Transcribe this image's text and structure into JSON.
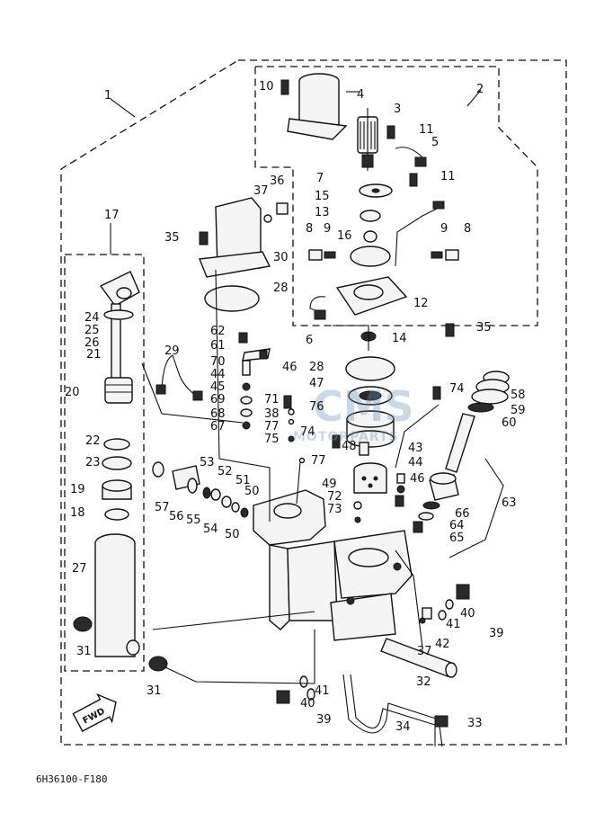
{
  "diagram_code": "6H36100-F180",
  "fwd_label": "FWD",
  "watermark": {
    "logo": "CMS",
    "text": "MOTORPARTS"
  },
  "callouts": [
    {
      "id": "c1",
      "text": "1"
    },
    {
      "id": "c2",
      "text": "2"
    },
    {
      "id": "c3",
      "text": "3"
    },
    {
      "id": "c4",
      "text": "4"
    },
    {
      "id": "c5",
      "text": "5"
    },
    {
      "id": "c6",
      "text": "6"
    },
    {
      "id": "c7",
      "text": "7"
    },
    {
      "id": "c8a",
      "text": "8"
    },
    {
      "id": "c8b",
      "text": "8"
    },
    {
      "id": "c9a",
      "text": "9"
    },
    {
      "id": "c9b",
      "text": "9"
    },
    {
      "id": "c10",
      "text": "10"
    },
    {
      "id": "c11a",
      "text": "11"
    },
    {
      "id": "c11b",
      "text": "11"
    },
    {
      "id": "c12",
      "text": "12"
    },
    {
      "id": "c13",
      "text": "13"
    },
    {
      "id": "c14",
      "text": "14"
    },
    {
      "id": "c15",
      "text": "15"
    },
    {
      "id": "c16",
      "text": "16"
    },
    {
      "id": "c17",
      "text": "17"
    },
    {
      "id": "c18",
      "text": "18"
    },
    {
      "id": "c19",
      "text": "19"
    },
    {
      "id": "c20",
      "text": "20"
    },
    {
      "id": "c21",
      "text": "21"
    },
    {
      "id": "c22",
      "text": "22"
    },
    {
      "id": "c23",
      "text": "23"
    },
    {
      "id": "c24",
      "text": "24"
    },
    {
      "id": "c25",
      "text": "25"
    },
    {
      "id": "c26",
      "text": "26"
    },
    {
      "id": "c27",
      "text": "27"
    },
    {
      "id": "c28a",
      "text": "28"
    },
    {
      "id": "c28b",
      "text": "28"
    },
    {
      "id": "c29",
      "text": "29"
    },
    {
      "id": "c30",
      "text": "30"
    },
    {
      "id": "c31a",
      "text": "31"
    },
    {
      "id": "c31b",
      "text": "31"
    },
    {
      "id": "c32",
      "text": "32"
    },
    {
      "id": "c33",
      "text": "33"
    },
    {
      "id": "c34",
      "text": "34"
    },
    {
      "id": "c35a",
      "text": "35"
    },
    {
      "id": "c35b",
      "text": "35"
    },
    {
      "id": "c36",
      "text": "36"
    },
    {
      "id": "c37a",
      "text": "37"
    },
    {
      "id": "c37b",
      "text": "37"
    },
    {
      "id": "c38",
      "text": "38"
    },
    {
      "id": "c39a",
      "text": "39"
    },
    {
      "id": "c39b",
      "text": "39"
    },
    {
      "id": "c40a",
      "text": "40"
    },
    {
      "id": "c40b",
      "text": "40"
    },
    {
      "id": "c41a",
      "text": "41"
    },
    {
      "id": "c41b",
      "text": "41"
    },
    {
      "id": "c42",
      "text": "42"
    },
    {
      "id": "c43",
      "text": "43"
    },
    {
      "id": "c44a",
      "text": "44"
    },
    {
      "id": "c44b",
      "text": "44"
    },
    {
      "id": "c45",
      "text": "45"
    },
    {
      "id": "c46a",
      "text": "46"
    },
    {
      "id": "c46b",
      "text": "46"
    },
    {
      "id": "c47",
      "text": "47"
    },
    {
      "id": "c48",
      "text": "48"
    },
    {
      "id": "c49",
      "text": "49"
    },
    {
      "id": "c50a",
      "text": "50"
    },
    {
      "id": "c50b",
      "text": "50"
    },
    {
      "id": "c51",
      "text": "51"
    },
    {
      "id": "c52",
      "text": "52"
    },
    {
      "id": "c53",
      "text": "53"
    },
    {
      "id": "c54",
      "text": "54"
    },
    {
      "id": "c55",
      "text": "55"
    },
    {
      "id": "c56",
      "text": "56"
    },
    {
      "id": "c57",
      "text": "57"
    },
    {
      "id": "c58",
      "text": "58"
    },
    {
      "id": "c59",
      "text": "59"
    },
    {
      "id": "c60",
      "text": "60"
    },
    {
      "id": "c61",
      "text": "61"
    },
    {
      "id": "c62",
      "text": "62"
    },
    {
      "id": "c63",
      "text": "63"
    },
    {
      "id": "c64",
      "text": "64"
    },
    {
      "id": "c65",
      "text": "65"
    },
    {
      "id": "c66",
      "text": "66"
    },
    {
      "id": "c67",
      "text": "67"
    },
    {
      "id": "c68",
      "text": "68"
    },
    {
      "id": "c69",
      "text": "69"
    },
    {
      "id": "c70",
      "text": "70"
    },
    {
      "id": "c71",
      "text": "71"
    },
    {
      "id": "c72",
      "text": "72"
    },
    {
      "id": "c73",
      "text": "73"
    },
    {
      "id": "c74a",
      "text": "74"
    },
    {
      "id": "c74b",
      "text": "74"
    },
    {
      "id": "c75",
      "text": "75"
    },
    {
      "id": "c76",
      "text": "76"
    },
    {
      "id": "c77a",
      "text": "77"
    },
    {
      "id": "c77b",
      "text": "77"
    }
  ]
}
